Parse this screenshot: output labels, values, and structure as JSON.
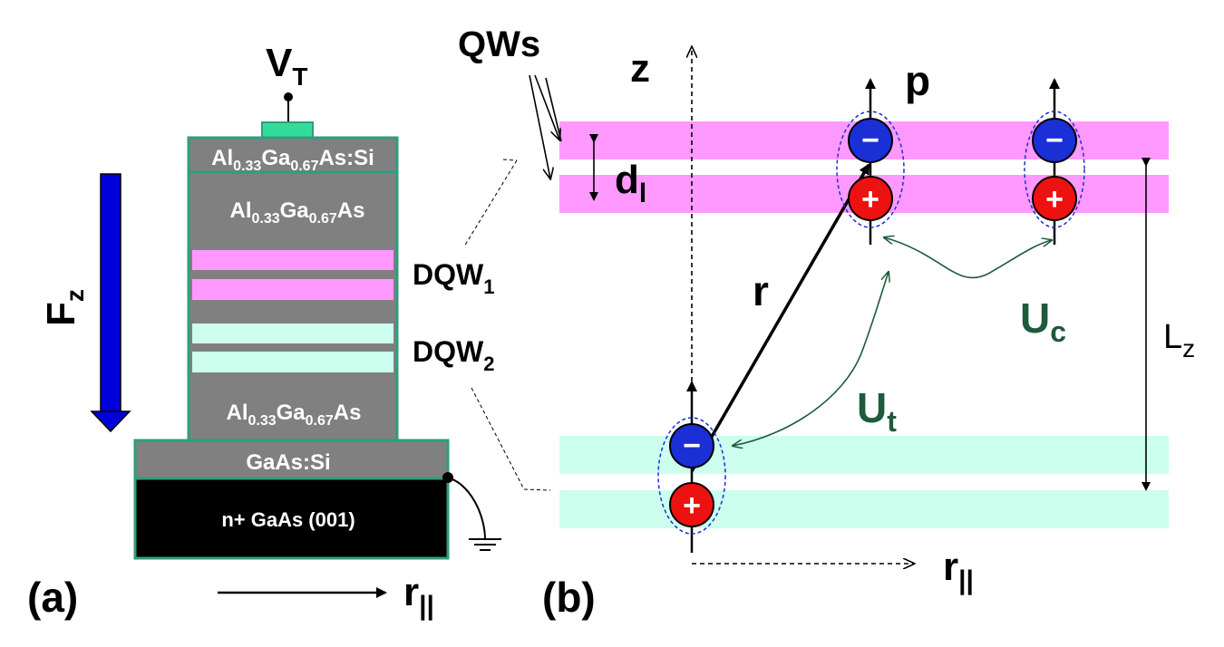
{
  "panel_a": {
    "label": "(a)",
    "gate_voltage": {
      "main": "V",
      "sub": "T"
    },
    "field": {
      "main": "F",
      "sub": "z"
    },
    "layer_top_doped": {
      "p1": "Al",
      "s1": "0.33",
      "p2": "Ga",
      "s2": "0.67",
      "p3": "As:Si"
    },
    "layer_barrier_upper": {
      "p1": "Al",
      "s1": "0.33",
      "p2": "Ga",
      "s2": "0.67",
      "p3": "As"
    },
    "layer_barrier_lower": {
      "p1": "Al",
      "s1": "0.33",
      "p2": "Ga",
      "s2": "0.67",
      "p3": "As"
    },
    "layer_buffer": "GaAs:Si",
    "substrate": "n+ GaAs (001)",
    "dqw1": {
      "main": "DQW",
      "sub": "1"
    },
    "dqw2": {
      "main": "DQW",
      "sub": "2"
    },
    "r_parallel": {
      "main": "r",
      "sub": "||"
    }
  },
  "panel_b": {
    "label": "(b)",
    "qws": "QWs",
    "z_axis": "z",
    "dipole_moment": "p",
    "separation_vector": "r",
    "well_separation": {
      "main": "d",
      "sub": "l"
    },
    "interlayer_distance": {
      "main": "L",
      "sub": "z"
    },
    "intra_interaction": {
      "main": "U",
      "sub": "c"
    },
    "inter_interaction": {
      "main": "U",
      "sub": "t"
    },
    "r_parallel": {
      "main": "r",
      "sub": "||"
    },
    "electron_symbol": "−",
    "hole_symbol": "+"
  },
  "colors": {
    "pink_well": "#ff99ff",
    "cyan_well": "#ccffee",
    "layer_gray": "#808080",
    "border_green": "#2e9e7e",
    "contact_green": "#33dd99",
    "field_arrow_blue": "#0000dd",
    "electron_blue": "#1a2fd6",
    "hole_red": "#ee1111",
    "interaction_green": "#1e5a3c",
    "dash_blue": "#1a2fd6"
  }
}
